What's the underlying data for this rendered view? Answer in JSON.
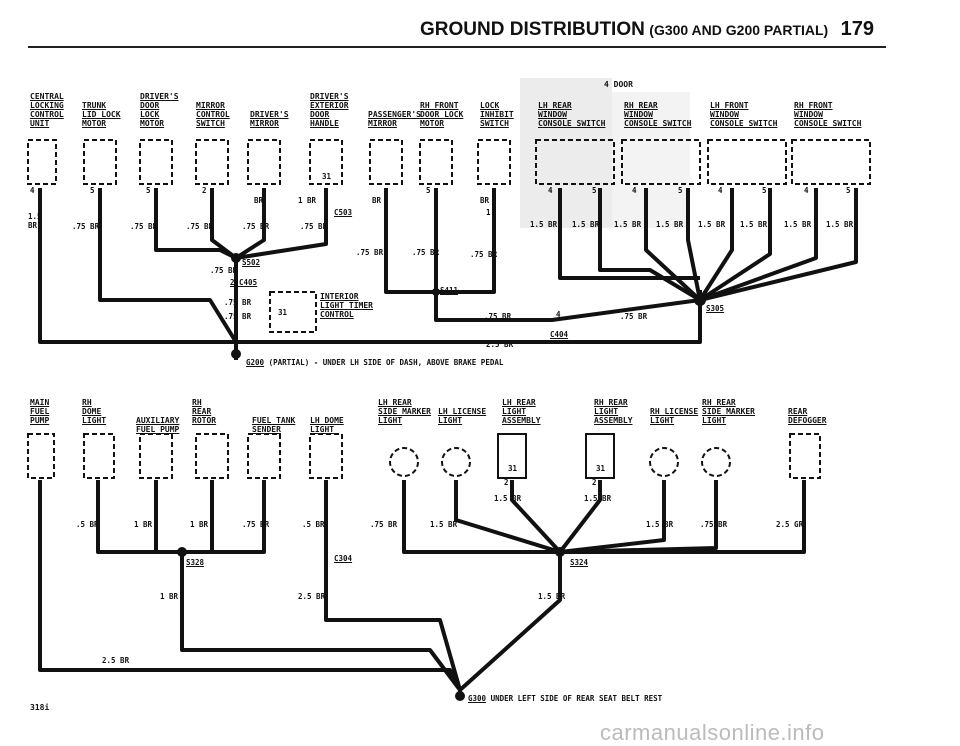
{
  "header": {
    "title_main": "GROUND DISTRIBUTION",
    "title_sub": "(G300 AND G200 PARTIAL)",
    "page_number": "179"
  },
  "top_section": {
    "group_label": "4 DOOR",
    "components": [
      "CENTRAL\nLOCKING\nCONTROL\nUNIT",
      "TRUNK\nLID LOCK\nMOTOR",
      "DRIVER'S\nDOOR\nLOCK\nMOTOR",
      "MIRROR\nCONTROL\nSWITCH",
      "DRIVER'S\nMIRROR",
      "DRIVER'S\nEXTERIOR\nDOOR\nHANDLE",
      "PASSENGER'S\nMIRROR",
      "RH FRONT\nDOOR LOCK\nMOTOR",
      "LOCK\nINHIBIT\nSWITCH",
      "LH REAR\nWINDOW\nCONSOLE SWITCH",
      "RH REAR\nWINDOW\nCONSOLE SWITCH",
      "LH FRONT\nWINDOW\nCONSOLE SWITCH",
      "RH FRONT\nWINDOW\nCONSOLE SWITCH"
    ],
    "pins": [
      "4",
      "5",
      "5",
      "2",
      "31",
      "5",
      "1",
      "4",
      "5",
      "4",
      "5",
      "4",
      "5",
      "4",
      "5"
    ],
    "wires": [
      ".75 BR",
      "1.5 BR",
      "1 BR",
      "BR"
    ],
    "connectors": [
      "C503",
      "S502",
      "C405",
      "S411",
      "S305",
      "C404"
    ],
    "interior_timer": "INTERIOR\nLIGHT TIMER\nCONTROL",
    "timer_pin": "31",
    "c404_pin": "4",
    "trunk_wire": "2.5 BR",
    "g200": "G200",
    "g200_desc": "(PARTIAL) - UNDER LH SIDE OF DASH, ABOVE BRAKE PEDAL"
  },
  "bottom_section": {
    "components": [
      "MAIN\nFUEL\nPUMP",
      "RH\nDOME\nLIGHT",
      "AUXILIARY\nFUEL PUMP",
      "RH\nREAR\nROTOR",
      "FUEL TANK\nSENDER",
      "LH DOME\nLIGHT",
      "LH REAR\nSIDE MARKER\nLIGHT",
      "LH LICENSE\nLIGHT",
      "LH REAR\nLIGHT\nASSEMBLY",
      "RH REAR\nLIGHT\nASSEMBLY",
      "RH LICENSE\nLIGHT",
      "RH REAR\nSIDE MARKER\nLIGHT",
      "REAR\nDEFOGGER"
    ],
    "wires": [
      ".5 BR",
      "1 BR",
      ".75 BR",
      "1.5 BR",
      "2.5 BR",
      "2.5 GR"
    ],
    "connectors": [
      "S328",
      "C304",
      "S324"
    ],
    "pins": [
      "31",
      "2"
    ],
    "g300": "G300",
    "g300_desc": "UNDER LEFT SIDE OF REAR SEAT BELT REST"
  },
  "footer": {
    "model": "318i"
  },
  "watermark": "carmanualsonline.info"
}
